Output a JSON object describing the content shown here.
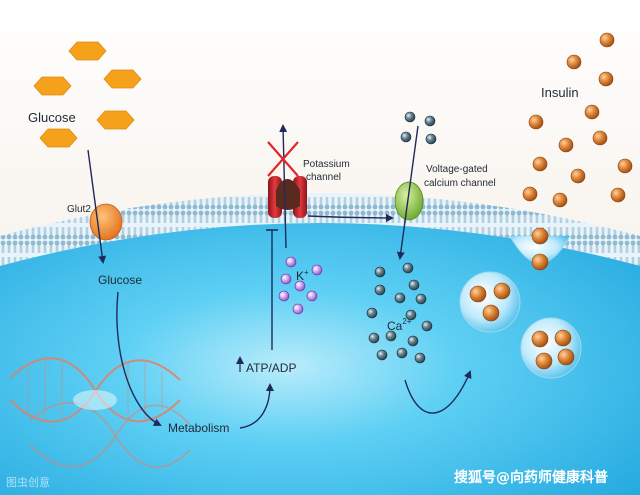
{
  "labels": {
    "glucose_outside": "Glucose",
    "glut2": "Glut2",
    "glucose_inside": "Glucose",
    "metabolism": "Metabolism",
    "atp_adp": "ATP/ADP",
    "potassium_channel_line1": "Potassium",
    "potassium_channel_line2": "channel",
    "k_ion": "K",
    "k_charge": "+",
    "vgcc_line1": "Voltage-gated",
    "vgcc_line2": "calcium channel",
    "ca_ion": "Ca",
    "ca_charge": "2+",
    "insulin": "Insulin"
  },
  "watermark": {
    "bottom_right": "搜狐号@向药师健康科普",
    "bottom_left": "图虫创意"
  },
  "colors": {
    "glucose": "#f5a11c",
    "insulin": "#d77a2a",
    "k_ion": "#b07be0",
    "ca_ion": "#4a6a78",
    "vgcc": "#8cc63f",
    "glut2": "#f28c28",
    "k_channel": "#c8242b",
    "cell": "#29b7e8",
    "block_mark": "#e0252b",
    "dna": "#e0806a"
  }
}
